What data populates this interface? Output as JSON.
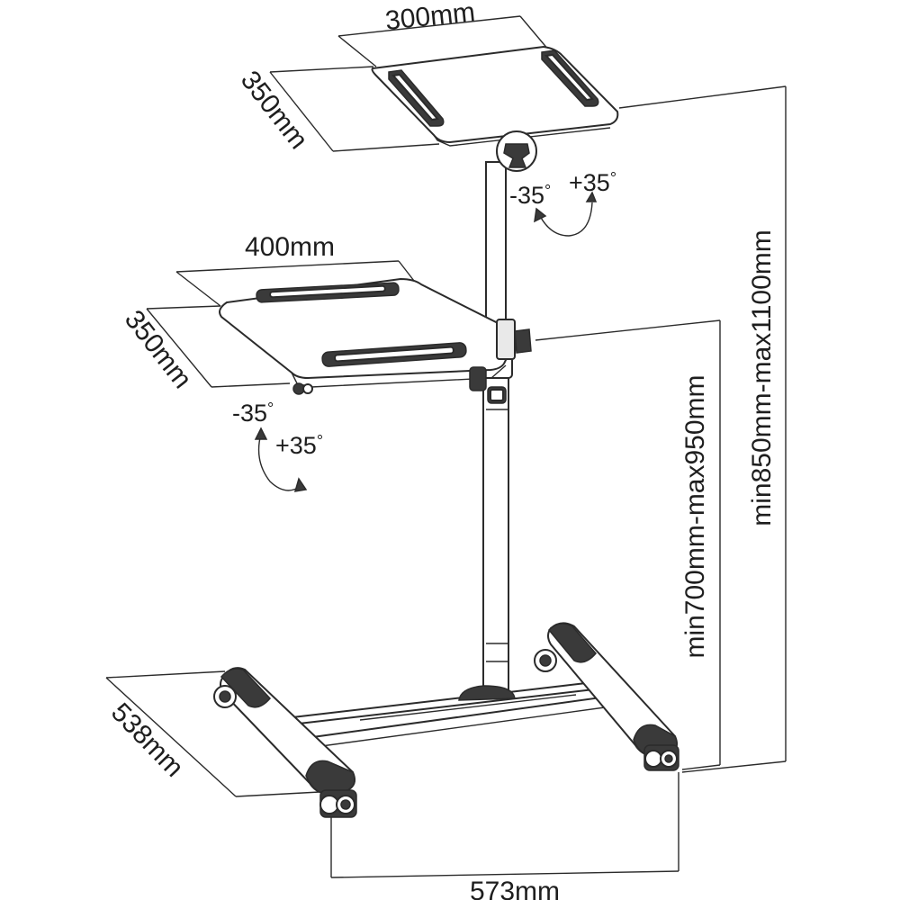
{
  "dimensions": {
    "top_tray_width": "300mm",
    "top_tray_depth": "350mm",
    "lower_tray_width": "400mm",
    "lower_tray_depth": "350mm",
    "base_depth": "538mm",
    "base_width": "573mm",
    "lower_tray_height": "min700mm-max950mm",
    "top_tray_height": "min850mm-max1100mm"
  },
  "tilt": {
    "top_minus": "-35",
    "top_plus": "+35",
    "lower_minus": "-35",
    "lower_plus": "+35",
    "degree_symbol": "°"
  }
}
